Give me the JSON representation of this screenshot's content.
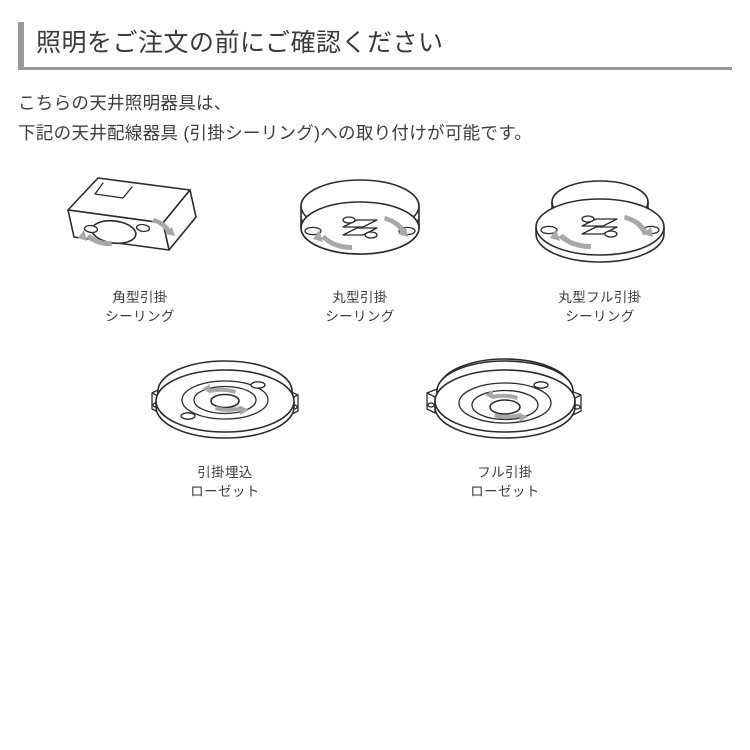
{
  "header": {
    "title": "照明をご注文の前にご確認ください",
    "accent_color": "#9a9a9a",
    "rule_color": "#9a9a9a"
  },
  "intro": {
    "line1": "こちらの天井照明器具は、",
    "line2": "下記の天井配線器具 (引掛シーリング)への取り付けが可能です。"
  },
  "fixtures": {
    "row1": [
      {
        "id": "square-hook-ceiling",
        "icon": "square-ceiling-rose-icon",
        "label_line1": "角型引掛",
        "label_line2": "シーリング"
      },
      {
        "id": "round-hook-ceiling",
        "icon": "round-ceiling-rose-icon",
        "label_line1": "丸型引掛",
        "label_line2": "シーリング"
      },
      {
        "id": "round-full-hook-ceiling",
        "icon": "round-full-ceiling-rose-icon",
        "label_line1": "丸型フル引掛",
        "label_line2": "シーリング"
      }
    ],
    "row2": [
      {
        "id": "recessed-hook-rosette",
        "icon": "recessed-rosette-icon",
        "label_line1": "引掛埋込",
        "label_line2": "ローゼット"
      },
      {
        "id": "full-hook-rosette",
        "icon": "full-rosette-icon",
        "label_line1": "フル引掛",
        "label_line2": "ローゼット"
      }
    ]
  },
  "colors": {
    "background": "#ffffff",
    "text": "#3c3c3c",
    "line_art": "#2b2b2b",
    "arrow": "#a8a8a8"
  }
}
